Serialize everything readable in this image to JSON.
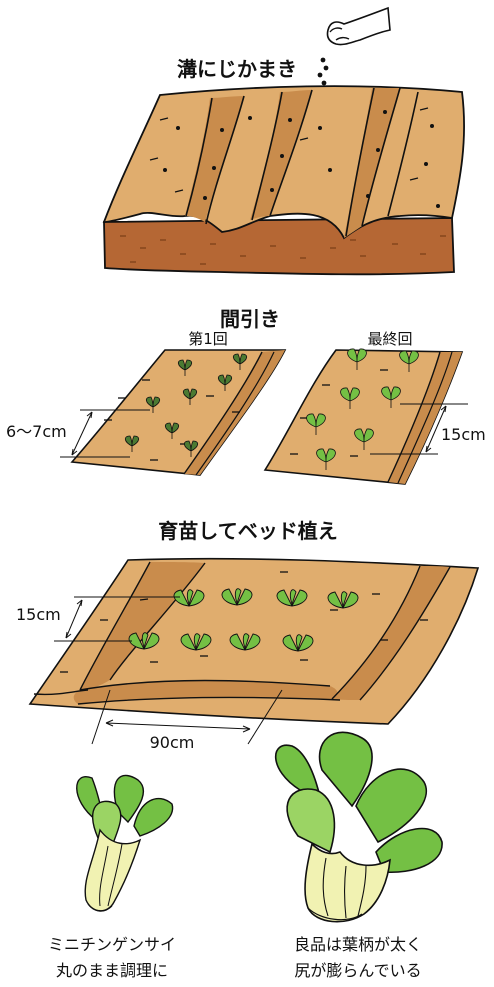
{
  "sections": {
    "sowing": {
      "title": "溝にじかまき"
    },
    "thinning": {
      "title": "間引き",
      "first_label": "第1回",
      "final_label": "最終回",
      "first_spacing": "6〜7cm",
      "final_spacing": "15cm"
    },
    "transplant": {
      "title": "育苗してベッド植え",
      "row_spacing": "15cm",
      "bed_width": "90cm"
    }
  },
  "captions": {
    "mini_line1": "ミニチンゲンサイ",
    "mini_line2": "丸のまま調理に",
    "good_line1": "良品は葉柄が太く",
    "good_line2": "尻が膨らんでいる"
  },
  "colors": {
    "soil": "#e0ad6e",
    "soil_dark": "#c98c4c",
    "soil_side": "#b56734",
    "leaf": "#74c044",
    "leaf_dark": "#3f8a2a",
    "stem": "#f1f2b2",
    "seedling": "#4b7a32"
  }
}
